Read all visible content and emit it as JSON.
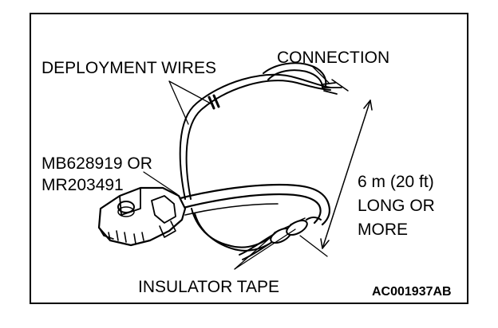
{
  "labels": {
    "deployment_wires": "DEPLOYMENT WIRES",
    "connection": "CONNECTION",
    "part_number_line1": "MB628919 OR",
    "part_number_line2": "MR203491",
    "length_line1": "6 m (20 ft)",
    "length_line2": "LONG OR",
    "length_line3": "MORE",
    "insulator_tape": "INSULATOR TAPE",
    "figure_code": "AC001937AB"
  },
  "colors": {
    "ink": "#000000",
    "paper": "#ffffff"
  }
}
